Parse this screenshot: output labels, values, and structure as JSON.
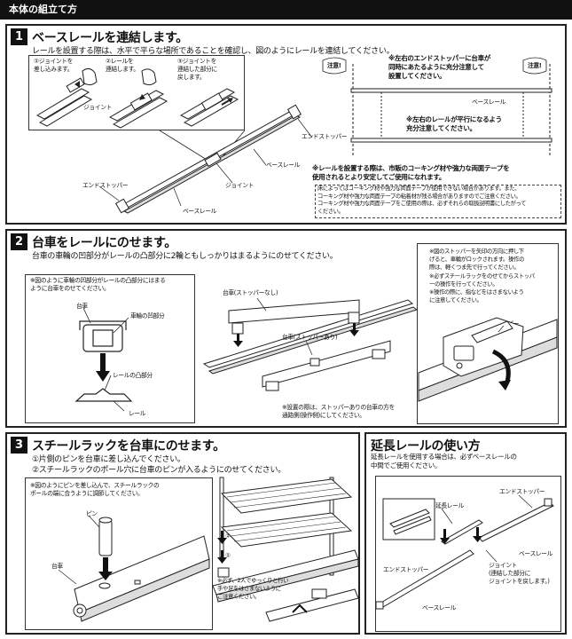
{
  "header": {
    "title": "本体の組立て方"
  },
  "step1": {
    "number": "1",
    "title": "ベースレールを連結します。",
    "desc": "レールを設置する際は、水平で平らな場所であることを確認し、図のようにレールを連結してください。",
    "sub1": "①ジョイントを\n差し込みます。",
    "sub2": "②レールを\n連結します。",
    "sub3": "③ジョイントを\n連結した部分に\n戻します。",
    "joint_small": "ジョイント",
    "end_stopper_right": "エンドストッパー",
    "base_rail_mid": "ベースレール",
    "joint": "ジョイント",
    "end_stopper_left": "エンドストッパー",
    "base_rail_bottom": "ベースレール",
    "caution1": "注意!",
    "caution2": "注意!",
    "note_top": "※左右のエンドストッパーに台車が\n同時にあたるように充分注意して\n設置してください。",
    "rail_top_label": "ベースレール",
    "note_parallel": "※左右のレールが平行になるよう\n充分注意してください。",
    "note_bold": "※レールを設置する際は、市販のコーキング材や強力な両面テープを\n使用されるとより安定してご使用になれます。",
    "note_small": "床によってはコーキング材や強力な両面テープが使用できない場合があります。また、\nコーキング材や強力な両面テープの粘着材が残る場合がありますのでご注意ください。\nコーキング材や強力な両面テープをご使用の際は、必ずそれらの取扱説明書にしたがって\nください。"
  },
  "step2": {
    "number": "2",
    "title": "台車をレールにのせます。",
    "desc": "台車の車輪の凹部分がレールの凸部分に2輪ともしっかりはまるようにのせてください。",
    "inset_note": "※図のように車輪の凹部分がレールの凸部分にはまる\nように台車をのせてください。",
    "cart": "台車",
    "wheel_concave": "車輪の凹部分",
    "rail_convex": "レールの凸部分",
    "rail": "レール",
    "cart_no_stopper": "台車(ストッパーなし)",
    "cart_with_stopper": "台車(ストッパーあり)",
    "placement_note": "※設置の際は、ストッパーありの台車の方を\n通路側(操作側)にしてください。",
    "stopper_note": "※図のストッパーを矢印の方向に押し下\nげると、車輪がロックされます。操作の\n際は、軽くつま先で行ってください。\n※必ずスチールラックをのせてからストッパ\nーの操作を行ってください。\n※操作の際に、指などをはさまないよう\nに注意してください。",
    "stopper": "ストッパー"
  },
  "step3": {
    "number": "3",
    "title": "スチールラックを台車にのせます。",
    "desc1": "①片側のピンを台車に差し込んでください。",
    "desc2": "②スチールラックのポール穴に台車のピンが入るようにのせてください。",
    "inset_note": "※図のようにピンを差し込んで、スチールラックの\nポールの端に合うように調節してください。",
    "pin": "ピン",
    "cart": "台車",
    "label_1": "①",
    "label_2": "②",
    "safety_note": "※必ず、2人でゆっくりと行い\n手や足をはさまないように\nご注意ください。"
  },
  "ext": {
    "title": "延長レールの使い方",
    "desc": "延長レールを使用する場合は、必ずベースレールの\n中間でご使用ください。",
    "end_stopper_top": "エンドストッパー",
    "ext_rail": "延長レール",
    "base_rail_right": "ベースレール",
    "joint_note": "ジョイント\n(連結した部分に\nジョイントを戻します。)",
    "end_stopper_left": "エンドストッパー",
    "base_rail_bottom": "ベースレール"
  }
}
